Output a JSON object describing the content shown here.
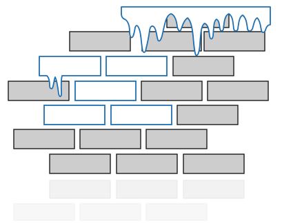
{
  "illustration": {
    "subject": "brick-wall-with-dripping-bricks",
    "colors": {
      "brick_fill": "#cdcdcd",
      "brick_stroke": "#1a1a1a",
      "highlight_stroke": "#1f6fb2",
      "highlight_fill": "#ffffff",
      "reflection_fill": "#f2f2f2"
    },
    "rows": [
      {
        "bricks": [
          {
            "style": "drip-top"
          }
        ]
      },
      {
        "bricks": [
          {
            "style": "gray"
          },
          {
            "style": "gray"
          },
          {
            "style": "gray"
          }
        ]
      },
      {
        "bricks": [
          {
            "style": "drip-outline"
          },
          {
            "style": "outline"
          },
          {
            "style": "gray"
          }
        ]
      },
      {
        "bricks": [
          {
            "style": "gray"
          },
          {
            "style": "outline"
          },
          {
            "style": "gray"
          },
          {
            "style": "gray"
          }
        ]
      },
      {
        "bricks": [
          {
            "style": "outline"
          },
          {
            "style": "outline"
          },
          {
            "style": "gray"
          }
        ]
      },
      {
        "bricks": [
          {
            "style": "gray"
          },
          {
            "style": "gray"
          },
          {
            "style": "gray"
          }
        ]
      },
      {
        "bricks": [
          {
            "style": "gray"
          },
          {
            "style": "gray"
          },
          {
            "style": "gray"
          }
        ]
      }
    ]
  }
}
